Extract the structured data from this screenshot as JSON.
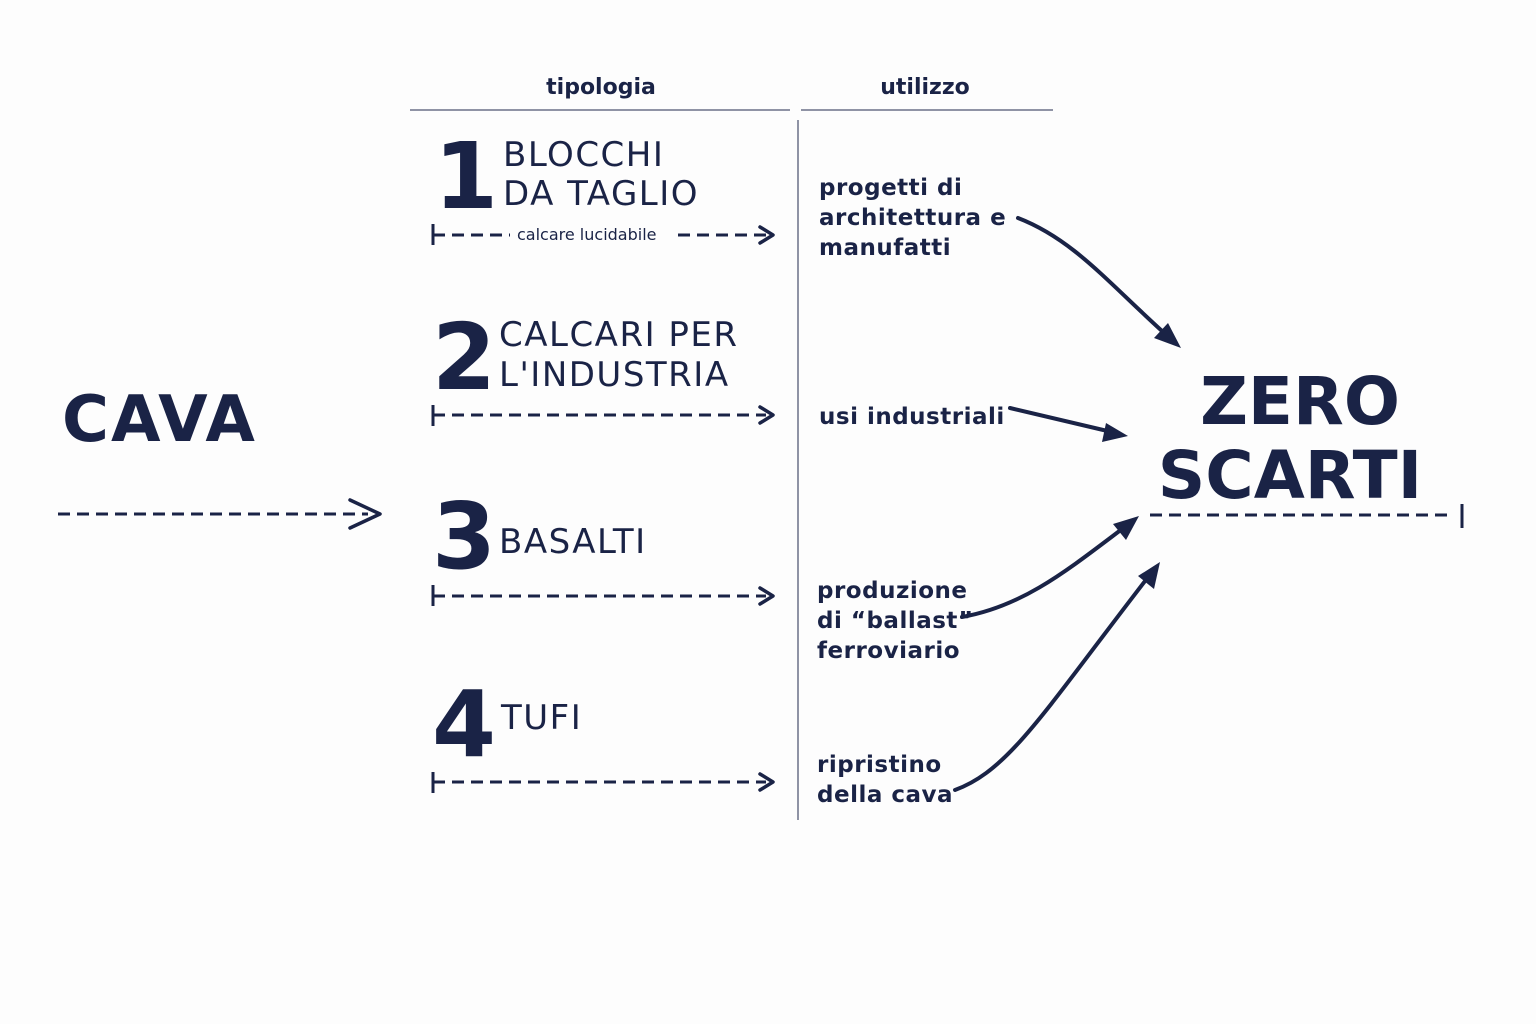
{
  "headers": {
    "tipologia": "tipologia",
    "utilizzo": "utilizzo"
  },
  "source": {
    "label": "CAVA"
  },
  "target": {
    "line1": "ZERO",
    "line2": "SCARTI"
  },
  "types": [
    {
      "number": "1",
      "title_line1": "BLOCCHI",
      "title_line2": "DA TAGLIO",
      "arrow_label": "calcare lucidabile",
      "use_lines": [
        "progetti di",
        "architettura e",
        "manufatti"
      ]
    },
    {
      "number": "2",
      "title_line1": "CALCARI PER",
      "title_line2": "L'INDUSTRIA",
      "arrow_label": "",
      "use_lines": [
        "usi industriali"
      ]
    },
    {
      "number": "3",
      "title_line1": "BASALTI",
      "title_line2": "",
      "arrow_label": "",
      "use_lines": [
        "produzione",
        "di “ballast”",
        "ferroviario"
      ]
    },
    {
      "number": "4",
      "title_line1": "TUFI",
      "title_line2": "",
      "arrow_label": "",
      "use_lines": [
        "ripristino",
        "della cava"
      ]
    }
  ]
}
